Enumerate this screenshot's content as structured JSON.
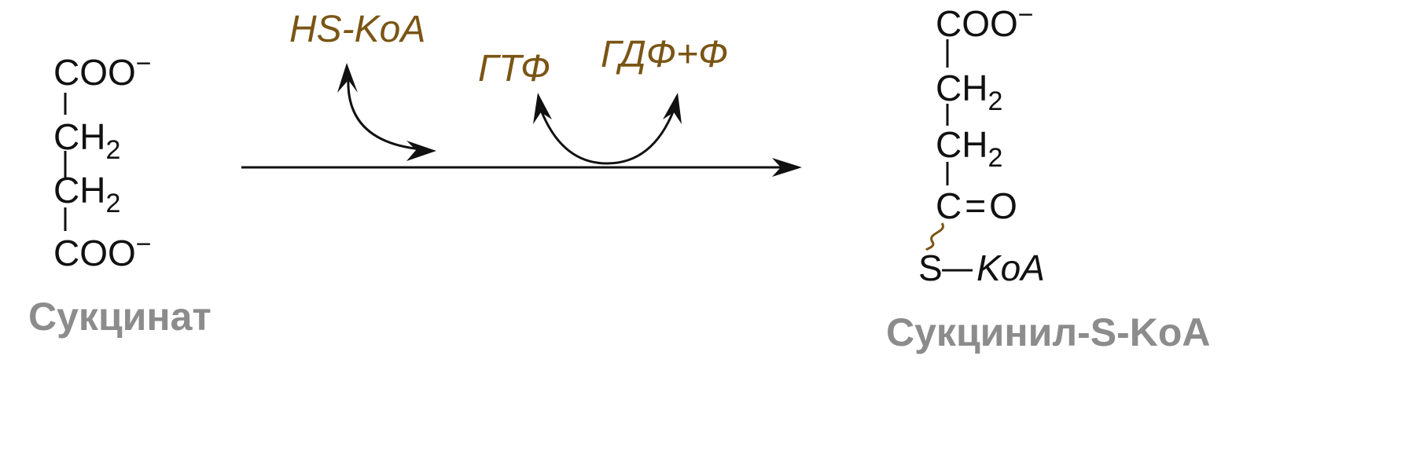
{
  "colors": {
    "ink": "#111111",
    "cofactor": "#7a5514",
    "name": "#8c8c8c"
  },
  "substrate": {
    "carboxyl_top": "COO",
    "carboxyl_top_charge": "−",
    "ch2_a": "CH",
    "ch2_a_sub": "2",
    "ch2_b": "CH",
    "ch2_b_sub": "2",
    "carboxyl_bottom": "COO",
    "carboxyl_bottom_charge": "−",
    "name": "Сукцинат"
  },
  "cofactors": {
    "in_1": "HS-KoA",
    "in_2": "ГТФ",
    "out_2": "ГДФ+Ф"
  },
  "product": {
    "carboxyl": "COO",
    "carboxyl_charge": "−",
    "ch2_a": "CH",
    "ch2_a_sub": "2",
    "ch2_b": "CH",
    "ch2_b_sub": "2",
    "carbonyl_c": "C",
    "carbonyl_bond": "=",
    "carbonyl_o": "O",
    "sulfur": "S",
    "coa": "KoA",
    "name": "Сукцинил-S-KoA"
  }
}
